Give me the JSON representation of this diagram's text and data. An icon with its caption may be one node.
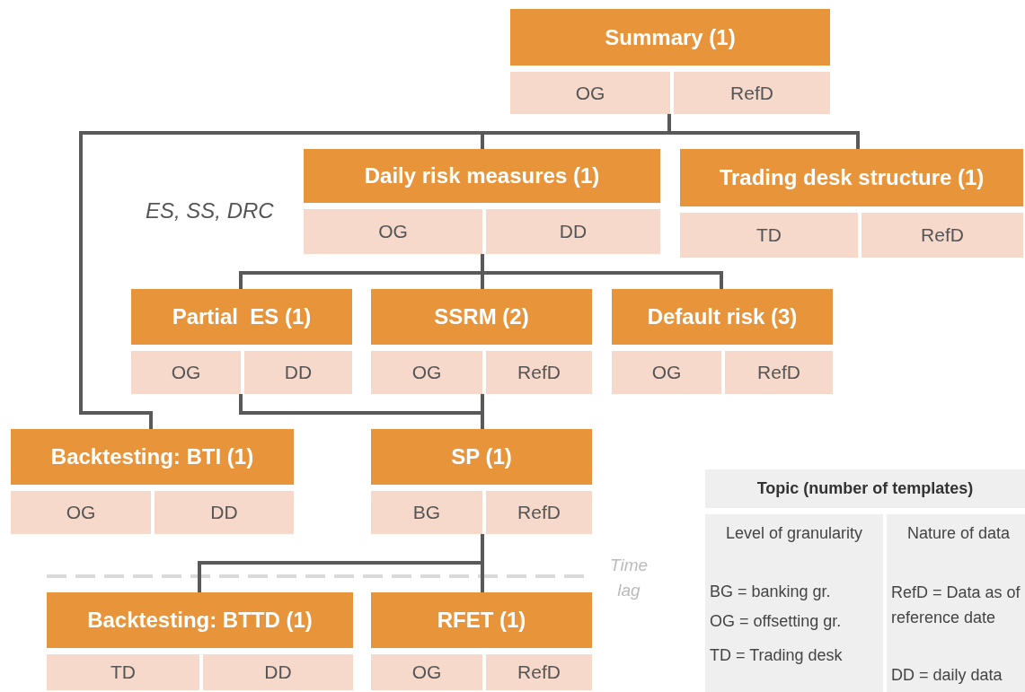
{
  "diagram": {
    "nodes": [
      {
        "text": [
          "Summary (1)",
          "OG",
          "RefD"
        ]
      },
      {
        "text": [
          "Daily risk measures (1)",
          "OG",
          "DD"
        ],
        "beside": [
          "ES, SS, DRC"
        ]
      },
      {
        "text": [
          "Trading desk structure (1)",
          "TD",
          "RefD"
        ]
      },
      {
        "text": [
          "Partial  ES (1)",
          "OG",
          "DD"
        ]
      },
      {
        "text": [
          "SSRM (2)",
          "OG",
          "RefD"
        ]
      },
      {
        "text": [
          "Default risk (3)",
          "OG",
          "RefD"
        ]
      },
      {
        "text": [
          "Backtesting: BTI (1)",
          "OG",
          "DD"
        ]
      },
      {
        "text": [
          "SP (1)",
          "BG",
          "RefD"
        ]
      },
      {
        "text": [
          "Backtesting: BTTD (1)",
          "TD",
          "DD"
        ]
      },
      {
        "text": [
          "RFET (1)",
          "OG",
          "RefD"
        ]
      }
    ],
    "edges": [
      {
        "from": 0,
        "to": 1,
        "arrow": "none"
      },
      {
        "from": 0,
        "to": 2,
        "arrow": "none"
      },
      {
        "from": 0,
        "to": 6,
        "arrow": "none"
      },
      {
        "from": 1,
        "to": 3,
        "arrow": "none"
      },
      {
        "from": 1,
        "to": 4,
        "arrow": "none"
      },
      {
        "from": 1,
        "to": 5,
        "arrow": "none"
      },
      {
        "from": 3,
        "to": 7,
        "arrow": "none"
      },
      {
        "from": 4,
        "to": 7,
        "arrow": "none"
      },
      {
        "from": 7,
        "to": 8,
        "arrow": "none"
      },
      {
        "from": 7,
        "to": 9,
        "arrow": "none"
      }
    ],
    "labels": [
      "Topic (number of templates)",
      "Level of granularity",
      "Nature of data",
      "Time lag",
      "BG = banking gr.",
      "OG = offsetting gr.",
      "TD = Trading desk",
      "RefD = Data as of reference date",
      "DD = daily data"
    ]
  }
}
